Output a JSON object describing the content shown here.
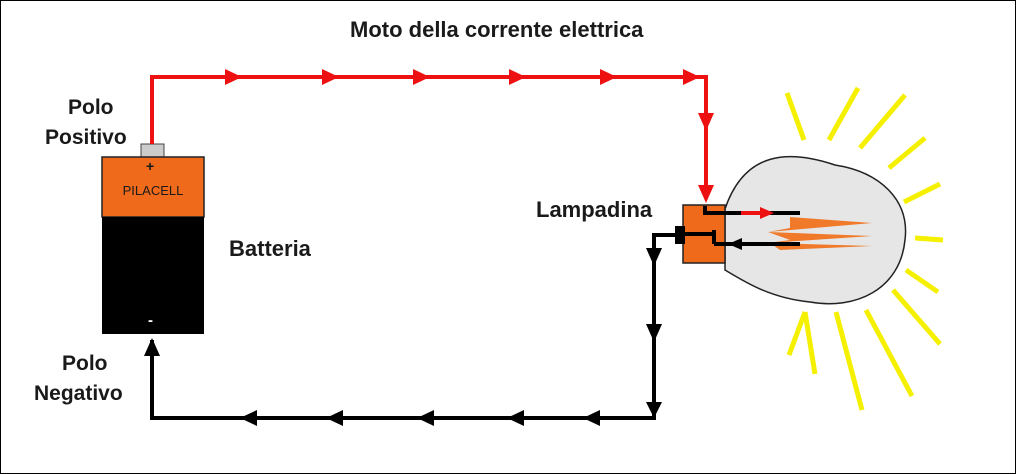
{
  "title": "Moto della corrente elettrica",
  "positive_pole": {
    "line1": "Polo",
    "line2": "Positivo"
  },
  "negative_pole": {
    "line1": "Polo",
    "line2": "Negativo"
  },
  "battery": {
    "label": "Batteria",
    "brand": "PILACELL",
    "plus_sign": "+",
    "minus_sign": "-"
  },
  "bulb": {
    "label": "Lampadina"
  },
  "colors": {
    "positive_wire": "#ee1111",
    "negative_wire": "#000000",
    "battery_top": "#f06a1c",
    "battery_body": "#000000",
    "bulb_glass": "#e6e6e6",
    "bulb_base": "#f06a1c",
    "filament": "#f07a2a",
    "rays": "#f5f000"
  }
}
